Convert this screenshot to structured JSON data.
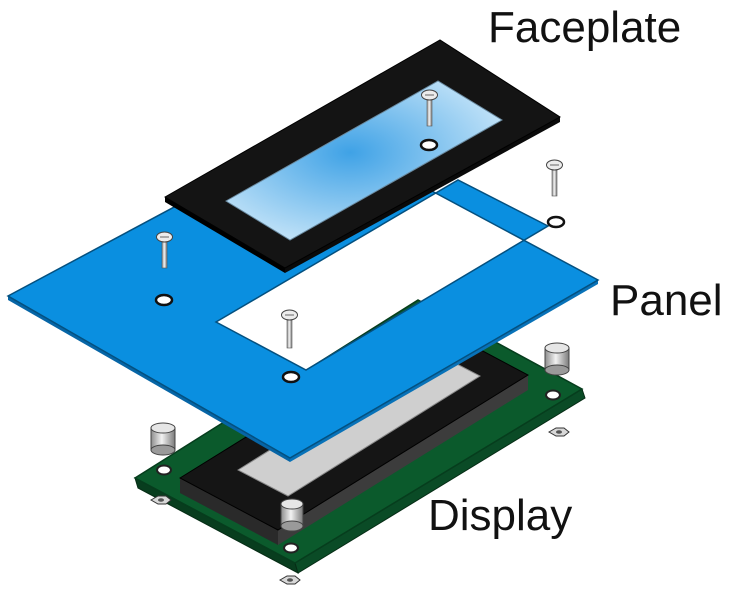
{
  "labels": {
    "faceplate": "Faceplate",
    "panel": "Panel",
    "display": "Display"
  },
  "colors": {
    "panel_blue": "#0a8fe0",
    "faceplate_black": "#141414",
    "window_light_blue": "#9fd0f0",
    "pcb_green": "#0b5a2c",
    "lcd_gray": "#cfcfcf",
    "metal": "#c8c8c8"
  }
}
